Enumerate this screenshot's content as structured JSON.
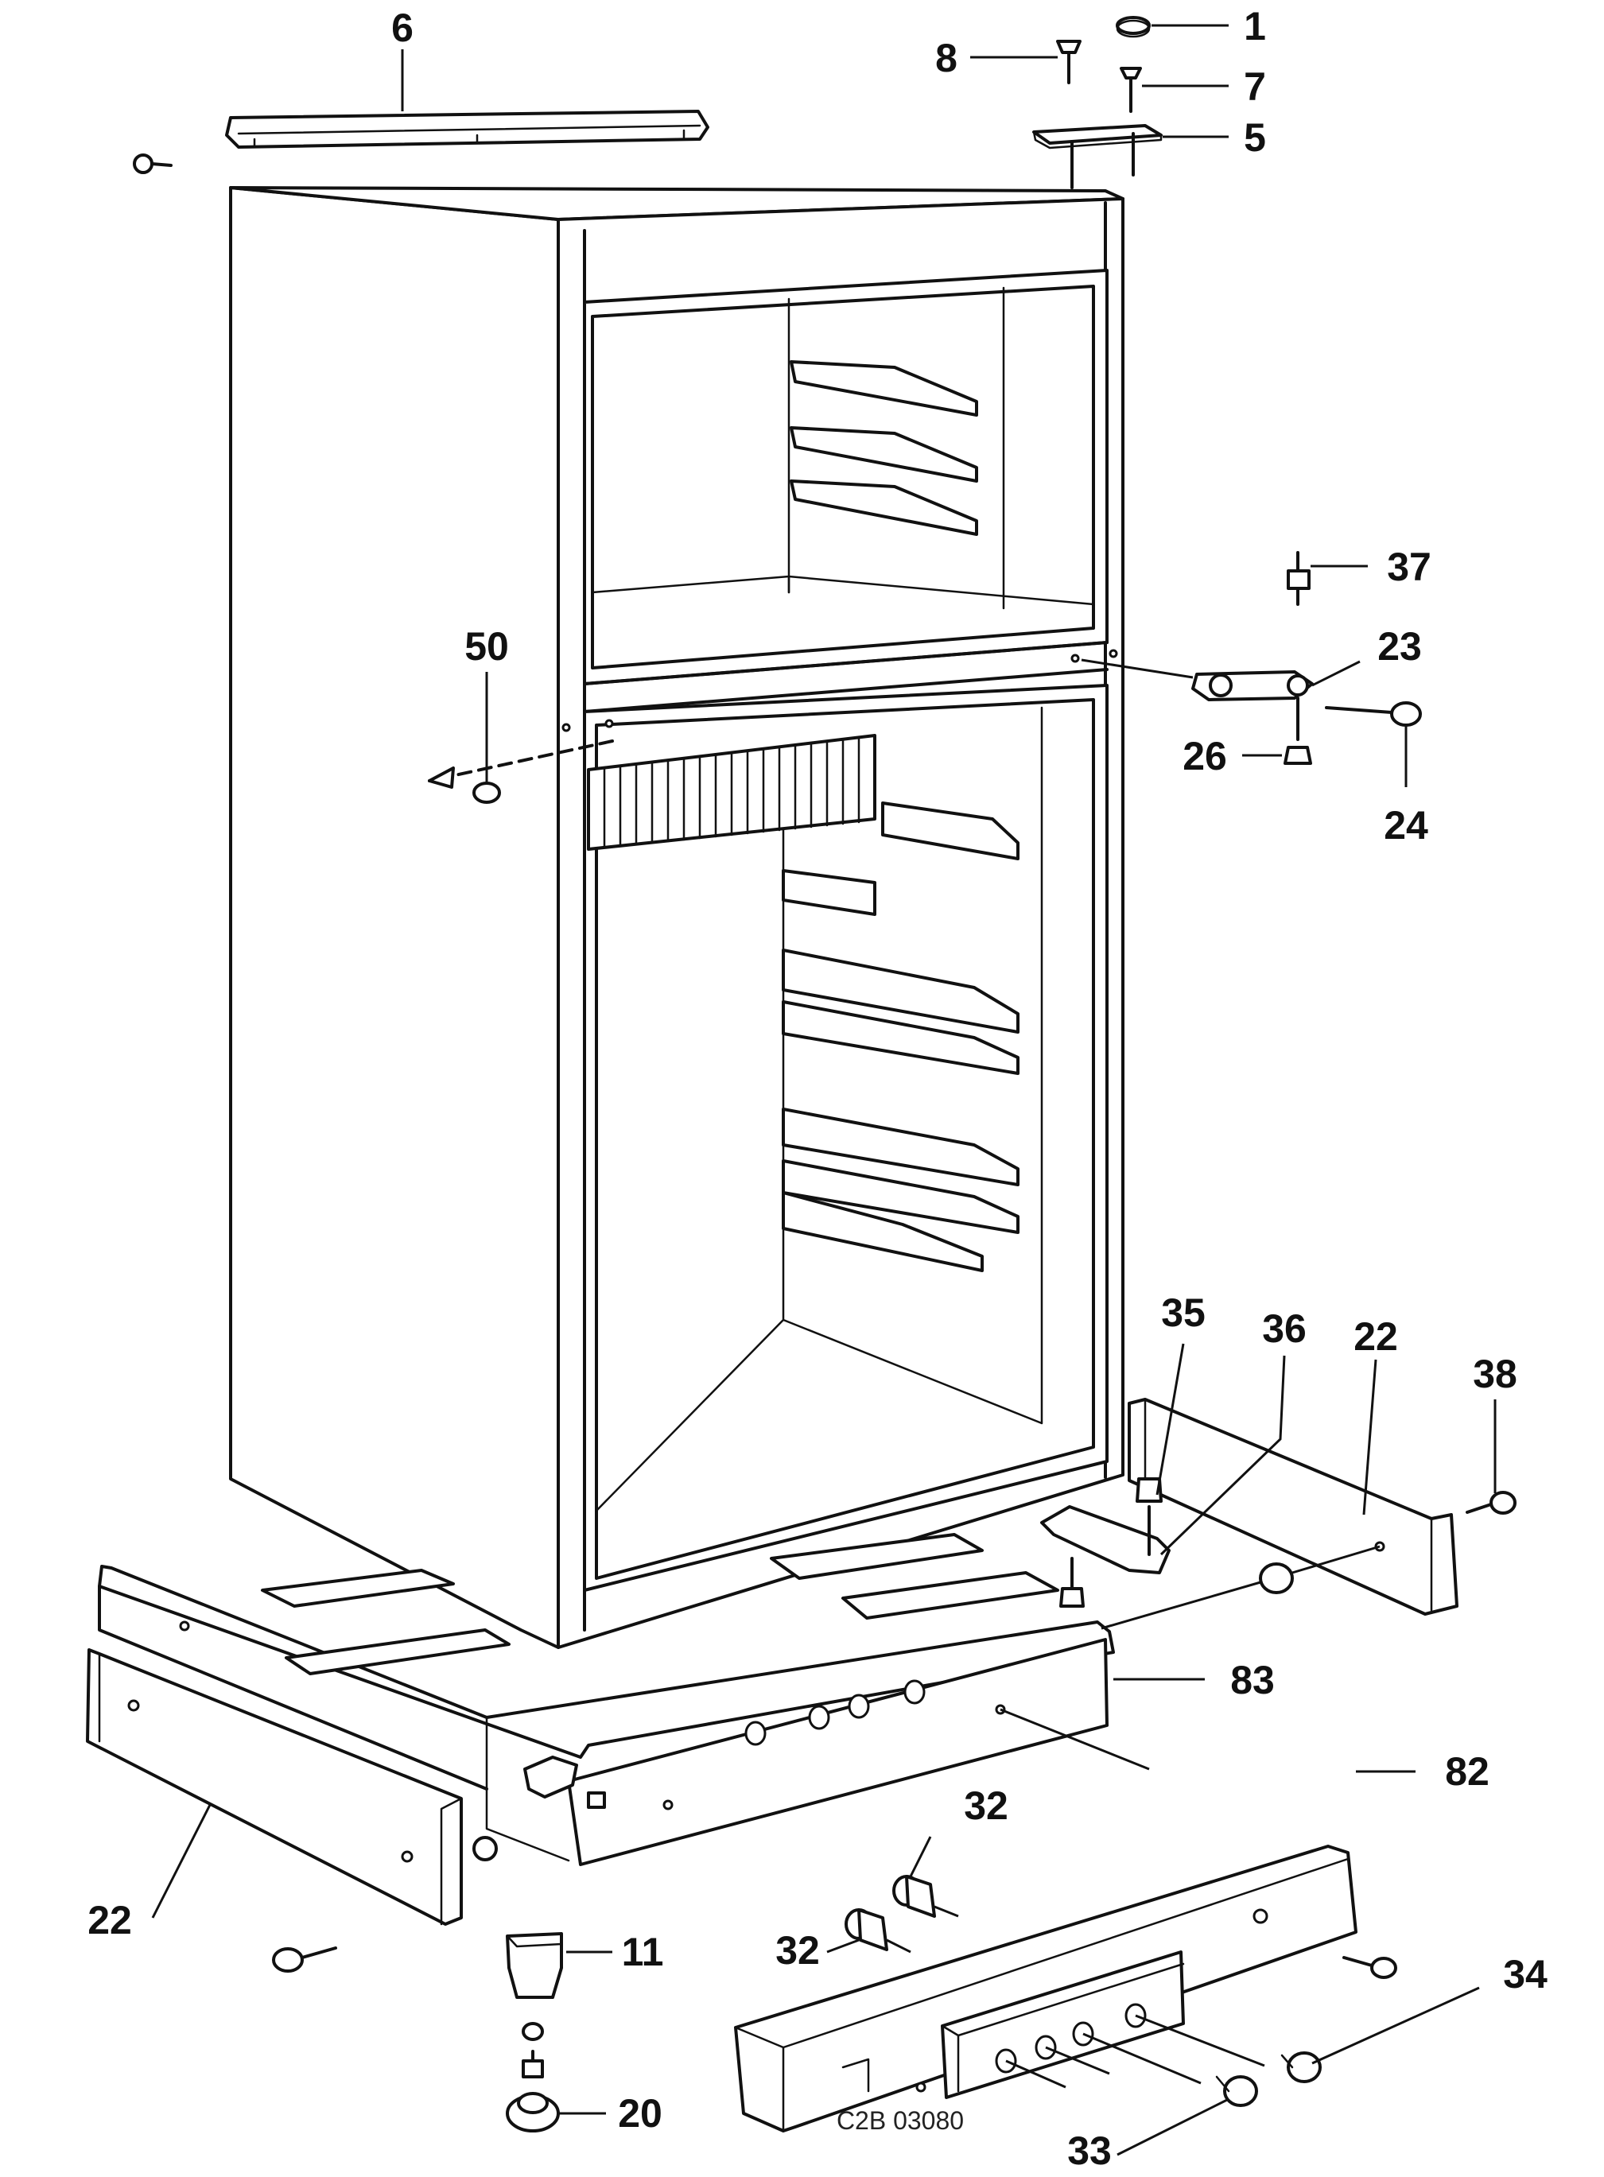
{
  "drawing_code": "C2B 03080",
  "part_numbers": {
    "p1": "1",
    "p5": "5",
    "p6": "6",
    "p7": "7",
    "p8": "8",
    "p11": "11",
    "p20": "20",
    "p22_left": "22",
    "p22_right": "22",
    "p23": "23",
    "p24": "24",
    "p26": "26",
    "p32_left": "32",
    "p32_right": "32",
    "p33": "33",
    "p34": "34",
    "p35": "35",
    "p36": "36",
    "p37": "37",
    "p38": "38",
    "p50": "50",
    "p82": "82",
    "p83": "83"
  }
}
